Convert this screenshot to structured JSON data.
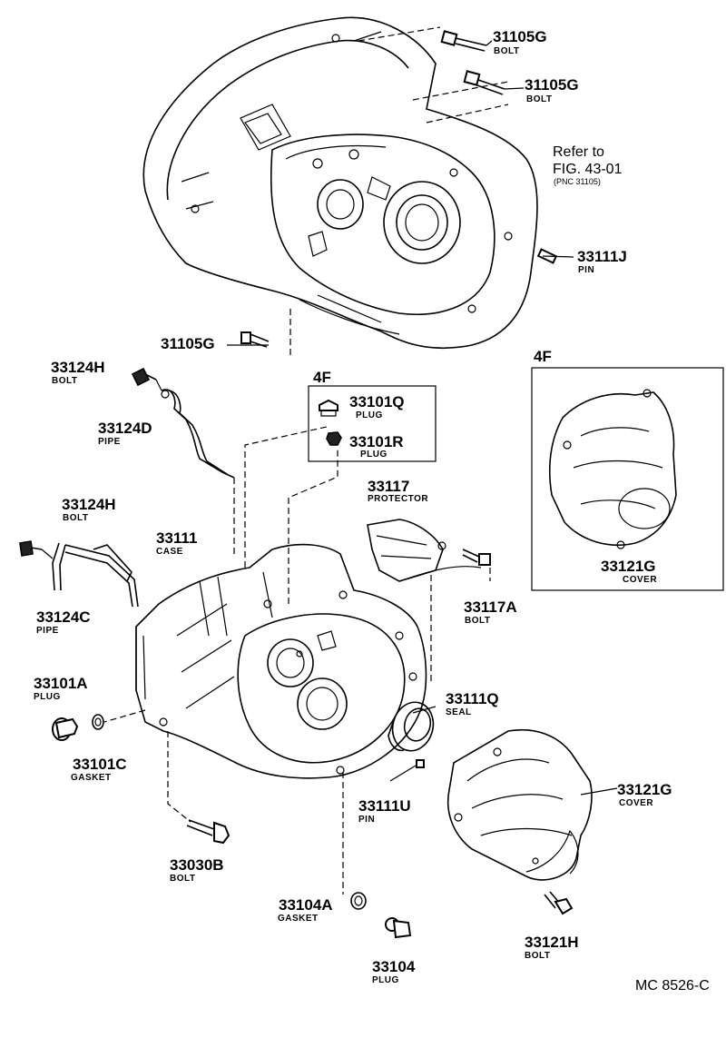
{
  "diagram_code": "MC 8526-C",
  "refer": {
    "line1": "Refer to",
    "line2": "FIG. 43-01",
    "line3": "(PNC 31105)"
  },
  "variant_label_cover": "4F",
  "variant_label_plugs": "4F",
  "parts": {
    "bolt_31105g_a": {
      "number": "31105G",
      "name": "BOLT"
    },
    "bolt_31105g_b": {
      "number": "31105G",
      "name": "BOLT"
    },
    "bolt_31105g_c": {
      "number": "31105G",
      "name": ""
    },
    "pin_33111j": {
      "number": "33111J",
      "name": "PIN"
    },
    "bolt_33124h_a": {
      "number": "33124H",
      "name": "BOLT"
    },
    "pipe_33124d": {
      "number": "33124D",
      "name": "PIPE"
    },
    "plug_33101q": {
      "number": "33101Q",
      "name": "PLUG"
    },
    "plug_33101r": {
      "number": "33101R",
      "name": "PLUG"
    },
    "protector_33117": {
      "number": "33117",
      "name": "PROTECTOR"
    },
    "bolt_33124h_b": {
      "number": "33124H",
      "name": "BOLT"
    },
    "case_33111": {
      "number": "33111",
      "name": "CASE"
    },
    "bolt_33117a": {
      "number": "33117A",
      "name": "BOLT"
    },
    "pipe_33124c": {
      "number": "33124C",
      "name": "PIPE"
    },
    "cover_33121g_a": {
      "number": "33121G",
      "name": "COVER"
    },
    "plug_33101a": {
      "number": "33101A",
      "name": "PLUG"
    },
    "seal_33111q": {
      "number": "33111Q",
      "name": "SEAL"
    },
    "gasket_33101c": {
      "number": "33101C",
      "name": "GASKET"
    },
    "cover_33121g_b": {
      "number": "33121G",
      "name": "COVER"
    },
    "pin_33111u": {
      "number": "33111U",
      "name": "PIN"
    },
    "bolt_33030b": {
      "number": "33030B",
      "name": "BOLT"
    },
    "gasket_33104a": {
      "number": "33104A",
      "name": "GASKET"
    },
    "bolt_33121h": {
      "number": "33121H",
      "name": "BOLT"
    },
    "plug_33104": {
      "number": "33104",
      "name": "PLUG"
    }
  }
}
